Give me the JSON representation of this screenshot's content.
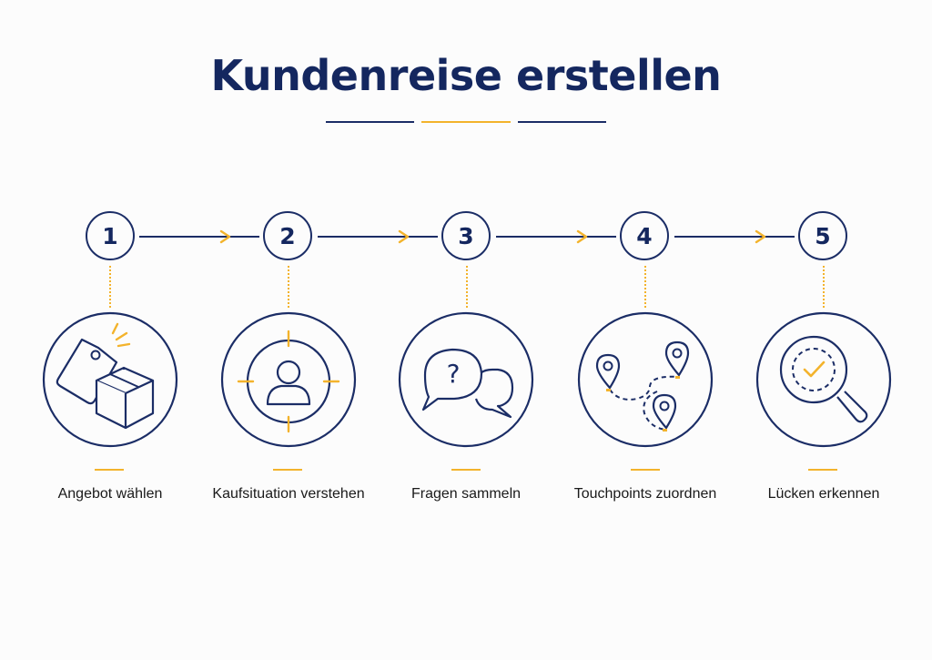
{
  "title": "Kundenreise erstellen",
  "colors": {
    "navy": "#1b2d66",
    "accent": "#f3b32c",
    "text": "#1a1a1a",
    "background": "#fcfcfc"
  },
  "steps": [
    {
      "number": "1",
      "label": "Angebot wählen",
      "icon": "price-tag-box-icon"
    },
    {
      "number": "2",
      "label": "Kaufsituation verstehen",
      "icon": "target-person-icon"
    },
    {
      "number": "3",
      "label": "Fragen sammeln",
      "icon": "speech-bubbles-question-icon"
    },
    {
      "number": "4",
      "label": "Touchpoints zuordnen",
      "icon": "map-pins-route-icon"
    },
    {
      "number": "5",
      "label": "Lücken erkennen",
      "icon": "magnifier-check-icon"
    }
  ]
}
